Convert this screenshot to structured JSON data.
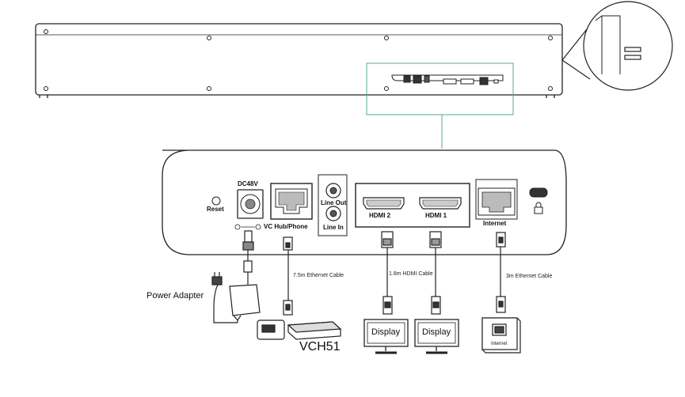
{
  "ports": {
    "dc_label": "DC48V",
    "reset_label": "Reset",
    "vc_label": "VC Hub/Phone",
    "line_out_label": "Line Out",
    "line_in_label": "Line In",
    "hdmi2_label": "HDMI 2",
    "hdmi1_label": "HDMI 1",
    "internet_label": "Internet"
  },
  "cables": {
    "ethernet_vc": "7.5m Ethernet Cable",
    "hdmi": "1.8m HDMI Cable",
    "ethernet_internet": "3m Ethernet Cable"
  },
  "devices": {
    "power_adapter": "Power Adapter",
    "hub_name": "VCH51",
    "display_1": "Display",
    "display_2": "Display",
    "internet_jack": "Internet"
  }
}
